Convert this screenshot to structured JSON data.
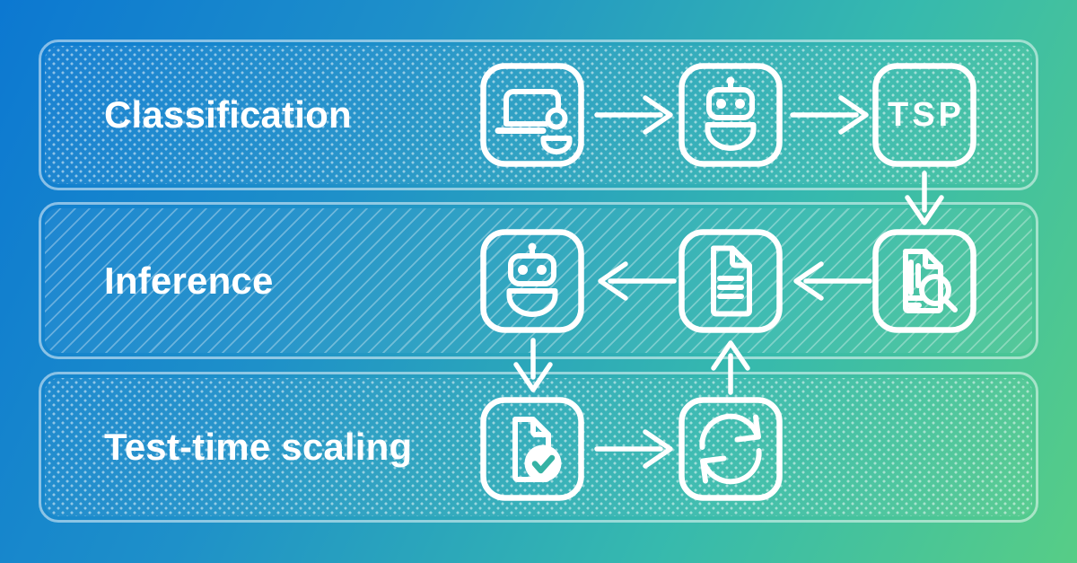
{
  "diagram": {
    "rows": [
      {
        "label": "Classification",
        "pattern": "dots"
      },
      {
        "label": "Inference",
        "pattern": "diagonal-stripes"
      },
      {
        "label": "Test-time scaling",
        "pattern": "dots"
      }
    ],
    "nodes": [
      {
        "row": "Classification",
        "icon": "laptop-user-icon"
      },
      {
        "row": "Classification",
        "icon": "robot-icon"
      },
      {
        "row": "Classification",
        "icon": "tsp-badge",
        "label": "TSP"
      },
      {
        "row": "Inference",
        "icon": "robot-icon"
      },
      {
        "row": "Inference",
        "icon": "document-icon"
      },
      {
        "row": "Inference",
        "icon": "document-search-icon"
      },
      {
        "row": "Test-time scaling",
        "icon": "document-check-icon"
      },
      {
        "row": "Test-time scaling",
        "icon": "refresh-icon"
      }
    ],
    "flow": [
      "laptop-user -> robot",
      "robot -> tsp-badge",
      "tsp-badge v document-search",
      "document-search <- arrow points from document-search to document",
      "document -> robot (leftward arrow)",
      "robot v document-check",
      "document-check -> refresh",
      "refresh ^ document"
    ],
    "colors": {
      "gradient_top_left": "#0c78d1",
      "gradient_top_right": "#39bfad",
      "gradient_bottom_left": "#1b8ccd",
      "gradient_bottom_right": "#55cd87",
      "foreground": "#ffffff",
      "check_accent": "#35b2a4"
    }
  }
}
